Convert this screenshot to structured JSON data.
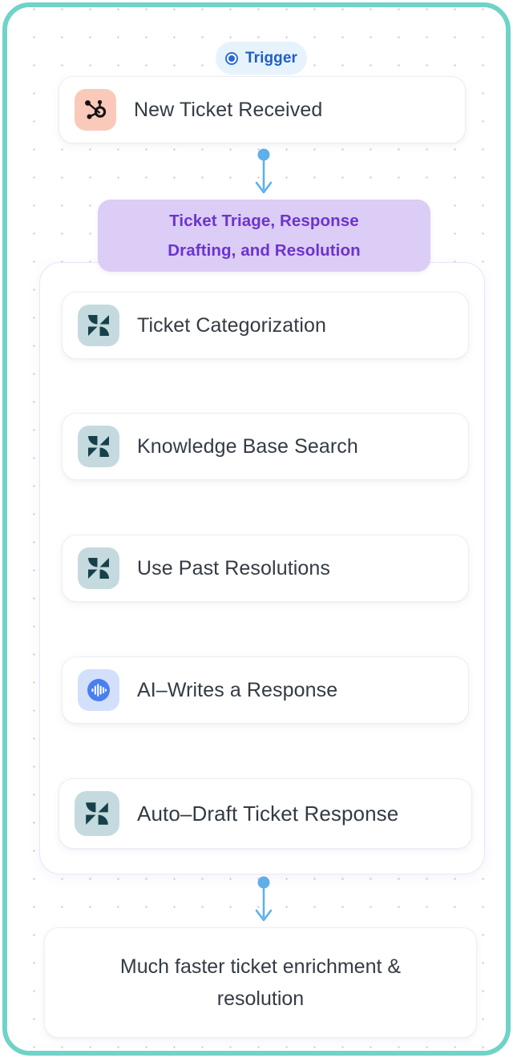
{
  "theme": {
    "frame_border": "#6fd3c7",
    "canvas_bg": "#ffffff",
    "dot_color": "#c9ccd6",
    "accent_blue": "#5fb0ea",
    "trigger_pill_bg": "#e6f3fd",
    "trigger_text": "#1d5fc4",
    "group_chip_bg": "#dbcdf5",
    "group_chip_text": "#6d33cf",
    "group_border": "#ece3fb",
    "card_bg": "#ffffff",
    "card_border": "#eceef3",
    "label_text": "#333b44",
    "hubspot_tile": "#fbc9b9",
    "zendesk_tile": "#c5dade",
    "zendesk_mark": "#17414a",
    "ai_tile": "#d3e0fb",
    "ai_circle": "#4a7ff0"
  },
  "trigger": {
    "badge_label": "Trigger",
    "badge_icon": "radio-dot-icon",
    "node": {
      "label": "New Ticket Received",
      "icon": "hubspot-icon"
    }
  },
  "group": {
    "title_lines": [
      "Ticket Triage, Response",
      "Drafting, and Resolution"
    ],
    "steps": [
      {
        "label": "Ticket Categorization",
        "icon": "zendesk-icon"
      },
      {
        "label": "Knowledge Base Search",
        "icon": "zendesk-icon"
      },
      {
        "label": "Use Past Resolutions",
        "icon": "zendesk-icon"
      },
      {
        "label": "AI–Writes a Response",
        "icon": "ai-waveform-icon"
      },
      {
        "label": "Auto–Draft Ticket Response",
        "icon": "zendesk-icon"
      }
    ]
  },
  "outcome": {
    "line1": "Much faster ticket enrichment &",
    "line2": "resolution"
  }
}
